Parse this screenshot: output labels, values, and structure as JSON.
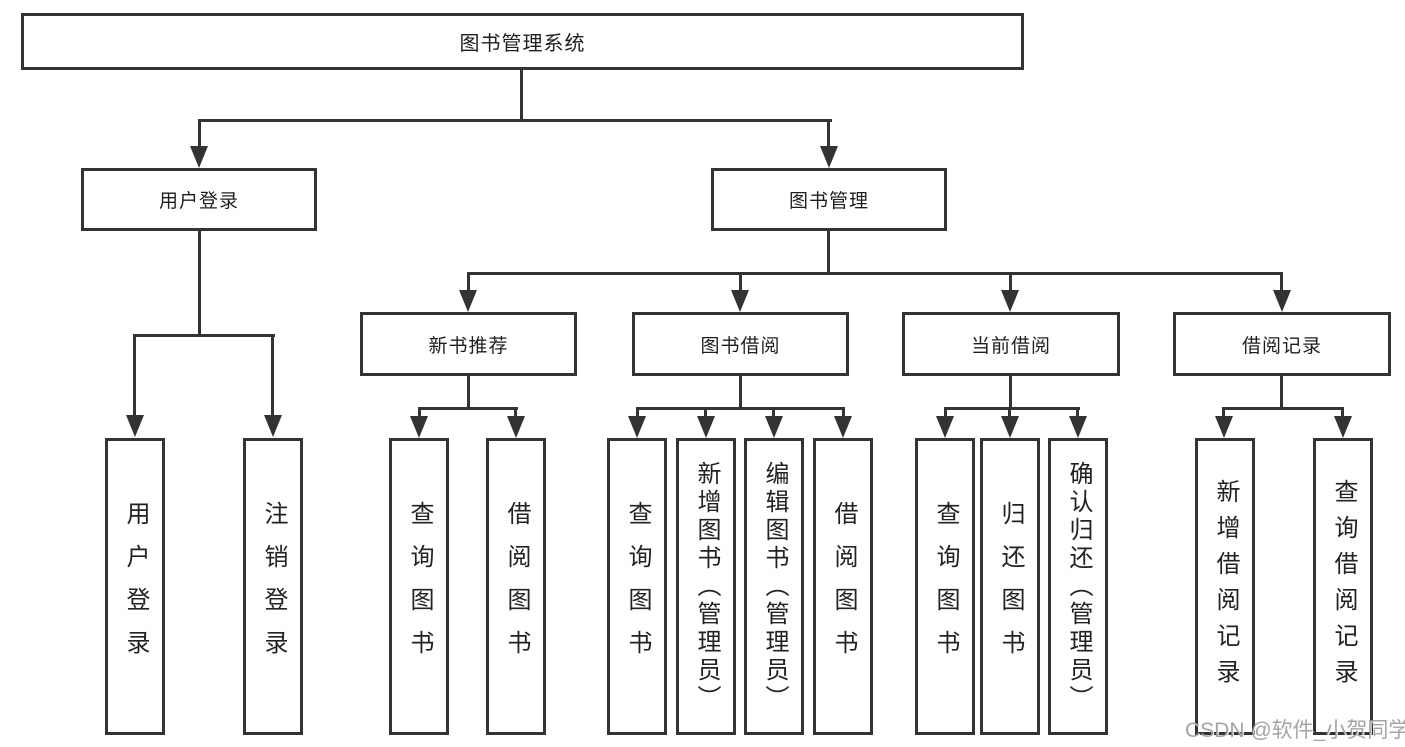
{
  "diagram": {
    "title": "图书管理系统",
    "root": {
      "label": "图书管理系统"
    },
    "branches": [
      {
        "label": "用户登录",
        "children": [
          "用户登录",
          "注销登录"
        ]
      },
      {
        "label": "图书管理",
        "children": [
          {
            "label": "新书推荐",
            "children": [
              "查询图书",
              "借阅图书"
            ]
          },
          {
            "label": "图书借阅",
            "children": [
              "查询图书",
              "新增图书（管理员）",
              "编辑图书（管理员）",
              "借阅图书"
            ]
          },
          {
            "label": "当前借阅",
            "children": [
              "查询图书",
              "归还图书",
              "确认归还（管理员）"
            ]
          },
          {
            "label": "借阅记录",
            "children": [
              "新增借阅记录",
              "查询借阅记录"
            ]
          }
        ]
      }
    ]
  },
  "watermark": "CSDN @软件_小贺同学",
  "colors": {
    "line": "#333333",
    "text": "#1f1f1f",
    "background": "#ffffff",
    "watermark": "#949494"
  }
}
